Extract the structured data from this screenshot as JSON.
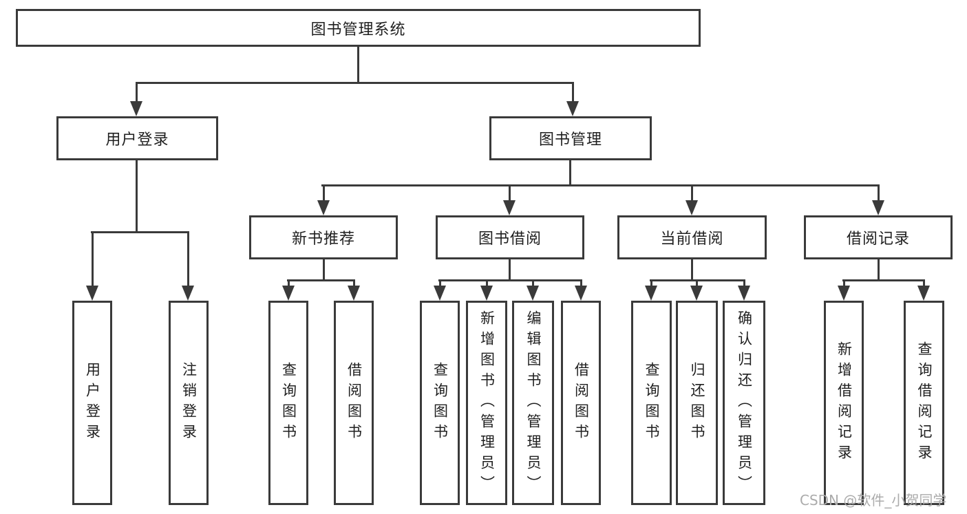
{
  "tree": {
    "root": "图书管理系统",
    "user": {
      "label": "用户登录",
      "leaves": [
        "用户登录",
        "注销登录"
      ]
    },
    "mgmt": {
      "label": "图书管理",
      "children": [
        {
          "label": "新书推荐",
          "leaves": [
            "查询图书",
            "借阅图书"
          ]
        },
        {
          "label": "图书借阅",
          "leaves": [
            "查询图书",
            "新增图书（管理员）",
            "编辑图书（管理员）",
            "借阅图书"
          ]
        },
        {
          "label": "当前借阅",
          "leaves": [
            "查询图书",
            "归还图书",
            "确认归还（管理员）"
          ]
        },
        {
          "label": "借阅记录",
          "leaves": [
            "新增借阅记录",
            "查询借阅记录"
          ]
        }
      ]
    }
  },
  "watermark": {
    "text": "CSDN @软件_小贺同学"
  },
  "colors": {
    "line": "#3a3a3a",
    "text": "#1f1f1f",
    "background": "#ffffff",
    "watermark": "#ababab"
  }
}
